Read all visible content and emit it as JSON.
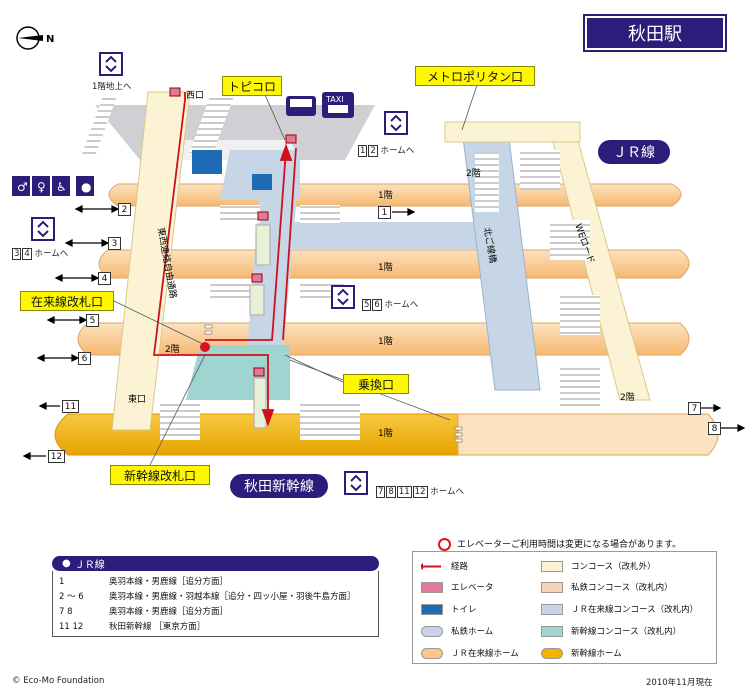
{
  "title": "秋田駅",
  "compass_label": "N",
  "badges": {
    "jr": "ＪＲ線",
    "shinkansen": "秋田新幹線"
  },
  "exits": {
    "topicolo": "トピコロ",
    "metropolitan": "メトロポリタン口",
    "nishi": "西口",
    "higashi": "東口"
  },
  "gates": {
    "zairai": "在来線改札口",
    "norikae": "乗換口",
    "shinkansen": "新幹線改札口"
  },
  "floors": {
    "f1": "1階",
    "f2": "2階"
  },
  "passages": {
    "touzai": "東西連絡自由通路",
    "kitakoshi": "北ご線橋",
    "we_road": "WEロード"
  },
  "notes": {
    "f1_ground": "1階地上へ",
    "home_12": "ホームへ",
    "home_34": "ホームへ",
    "home_56": "ホームへ",
    "home_7811": "ホームへ",
    "elevator_notice": "エレベーターご利用時間は変更になる場合があります。",
    "copyright": "© Eco-Mo Foundation",
    "date": "2010年11月現在",
    "taxi": "TAXI"
  },
  "platform_nums": [
    "1",
    "2",
    "3",
    "4",
    "5",
    "6",
    "7",
    "8",
    "11",
    "12"
  ],
  "platform_refs": {
    "r12": [
      "1",
      "2"
    ],
    "r34": [
      "3",
      "4"
    ],
    "r56": [
      "5",
      "6"
    ],
    "r7812": [
      "7",
      "8",
      "11",
      "12"
    ],
    "tilde": "～"
  },
  "jr_legend": {
    "header": "ＪＲ線",
    "rows": [
      {
        "keys": "1",
        "text": "奥羽本線・男鹿線［追分方面］"
      },
      {
        "keys": "2 ～ 6",
        "text": "奥羽本線・男鹿線・羽越本線［追分・四ッ小屋・羽後牛島方面］"
      },
      {
        "keys": "7 8",
        "text": "奥羽本線・男鹿線［追分方面］"
      },
      {
        "keys": "11 12",
        "text": "秋田新幹線 ［東京方面］"
      }
    ]
  },
  "legend": {
    "route": "経路",
    "elevator": "エレベータ",
    "toilet": "トイレ",
    "private_home": "私鉄ホーム",
    "jr_home": "ＪＲ在来線ホーム",
    "concourse_out": "コンコース（改札外）",
    "private_concourse": "私鉄コンコース（改札内）",
    "jr_concourse": "ＪＲ在来線コンコース（改札内）",
    "shinkansen_concourse": "新幹線コンコース（改札内）",
    "shinkansen_home": "新幹線ホーム"
  },
  "colors": {
    "navy": "#2d1d7a",
    "jr_home": "#f9c98a",
    "shinkansen_home": "#f3b300",
    "concourse_out": "#fbf3d4",
    "jr_concourse": "#c7d6e6",
    "shinkansen_concourse": "#9fd4d0",
    "private_concourse": "#f7d2b5",
    "private_home": "#c9d2ea",
    "route": "#d0101b",
    "toilet": "#1d6bb5",
    "label_yellow": "#fff700"
  }
}
